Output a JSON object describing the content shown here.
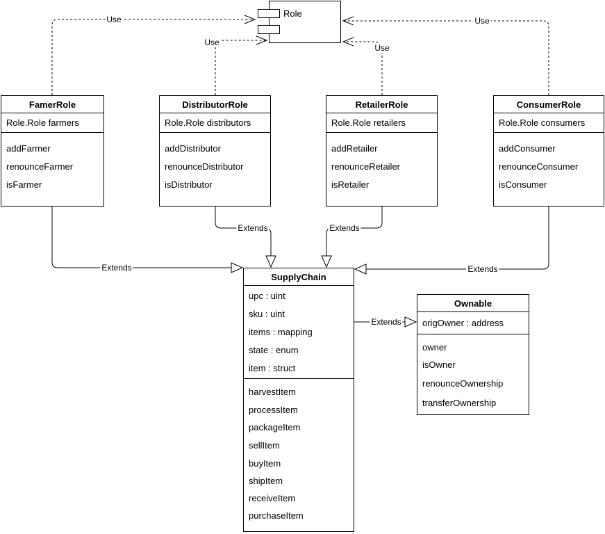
{
  "component": {
    "title": "Role"
  },
  "classes": {
    "famer": {
      "title": "FamerRole",
      "attributes": [
        "Role.Role farmers"
      ],
      "methods": [
        "addFarmer",
        "renounceFarmer",
        "isFarmer"
      ]
    },
    "distributor": {
      "title": "DistributorRole",
      "attributes": [
        "Role.Role distributors"
      ],
      "methods": [
        "addDistributor",
        "renounceDistributor",
        "isDistributor"
      ]
    },
    "retailer": {
      "title": "RetailerRole",
      "attributes": [
        "Role.Role retailers"
      ],
      "methods": [
        "addRetailer",
        "renounceRetailer",
        "isRetailer"
      ]
    },
    "consumer": {
      "title": "ConsumerRole",
      "attributes": [
        "Role.Role consumers"
      ],
      "methods": [
        "addConsumer",
        "renounceConsumer",
        "isConsumer"
      ]
    },
    "supplychain": {
      "title": "SupplyChain",
      "attributes": [
        "upc : uint",
        "sku : uint",
        "items : mapping",
        "state : enum",
        "item : struct"
      ],
      "methods": [
        "harvestItem",
        "processItem",
        "packageItem",
        "sellItem",
        "buyItem",
        "shipItem",
        "receiveItem",
        "purchaseItem"
      ]
    },
    "ownable": {
      "title": "Ownable",
      "attributes": [
        "origOwner : address"
      ],
      "methods": [
        "owner",
        "isOwner",
        "renounceOwnership",
        "transferOwnership"
      ]
    }
  },
  "edges": [
    {
      "from": "FamerRole",
      "to": "Role",
      "label": "Use",
      "style": "dashed-open-arrow"
    },
    {
      "from": "DistributorRole",
      "to": "Role",
      "label": "Use",
      "style": "dashed-open-arrow"
    },
    {
      "from": "RetailerRole",
      "to": "Role",
      "label": "Use",
      "style": "dashed-open-arrow"
    },
    {
      "from": "ConsumerRole",
      "to": "Role",
      "label": "Use",
      "style": "dashed-open-arrow"
    },
    {
      "from": "FamerRole",
      "to": "SupplyChain",
      "label": "Extends",
      "style": "solid-hollow-triangle"
    },
    {
      "from": "DistributorRole",
      "to": "SupplyChain",
      "label": "Extends",
      "style": "solid-hollow-triangle"
    },
    {
      "from": "RetailerRole",
      "to": "SupplyChain",
      "label": "Extends",
      "style": "solid-hollow-triangle"
    },
    {
      "from": "ConsumerRole",
      "to": "SupplyChain",
      "label": "Extends",
      "style": "solid-hollow-triangle"
    },
    {
      "from": "SupplyChain",
      "to": "Ownable",
      "label": "Extends",
      "style": "solid-hollow-triangle"
    }
  ],
  "colors": {
    "stroke": "#000000",
    "background": "#ffffff"
  }
}
